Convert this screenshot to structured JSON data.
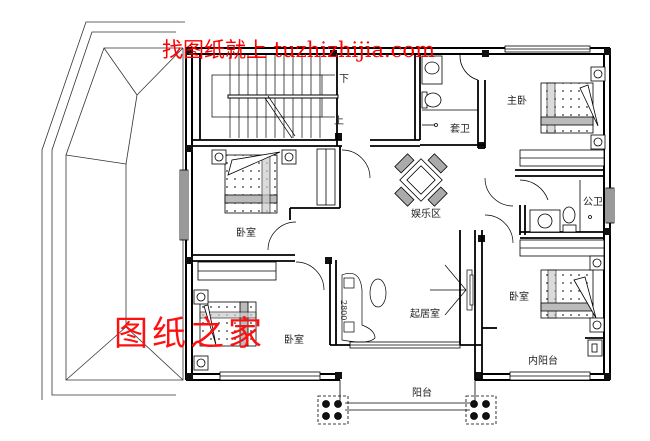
{
  "drawing": {
    "type": "residential-floor-plan",
    "colors": {
      "lines": "#000000",
      "watermark": "#ff0000",
      "fill_hatch": "#999999"
    }
  },
  "watermarks": {
    "top": "找图纸就上 tuzhizhijia.com",
    "bottom": "图纸之家"
  },
  "rooms": {
    "master_bedroom": "主卧",
    "ensuite_bath": "套卫",
    "public_bath": "公卫",
    "entertainment": "娱乐区",
    "bedroom_nw": "卧室",
    "bedroom_sw": "卧室",
    "bedroom_se": "卧室",
    "living_room": "起居室",
    "inner_balcony": "内阳台",
    "balcony": "阳台"
  },
  "stairs": {
    "down": "下",
    "up": "上"
  },
  "annotations": {
    "sofa_dimension": "2800"
  }
}
